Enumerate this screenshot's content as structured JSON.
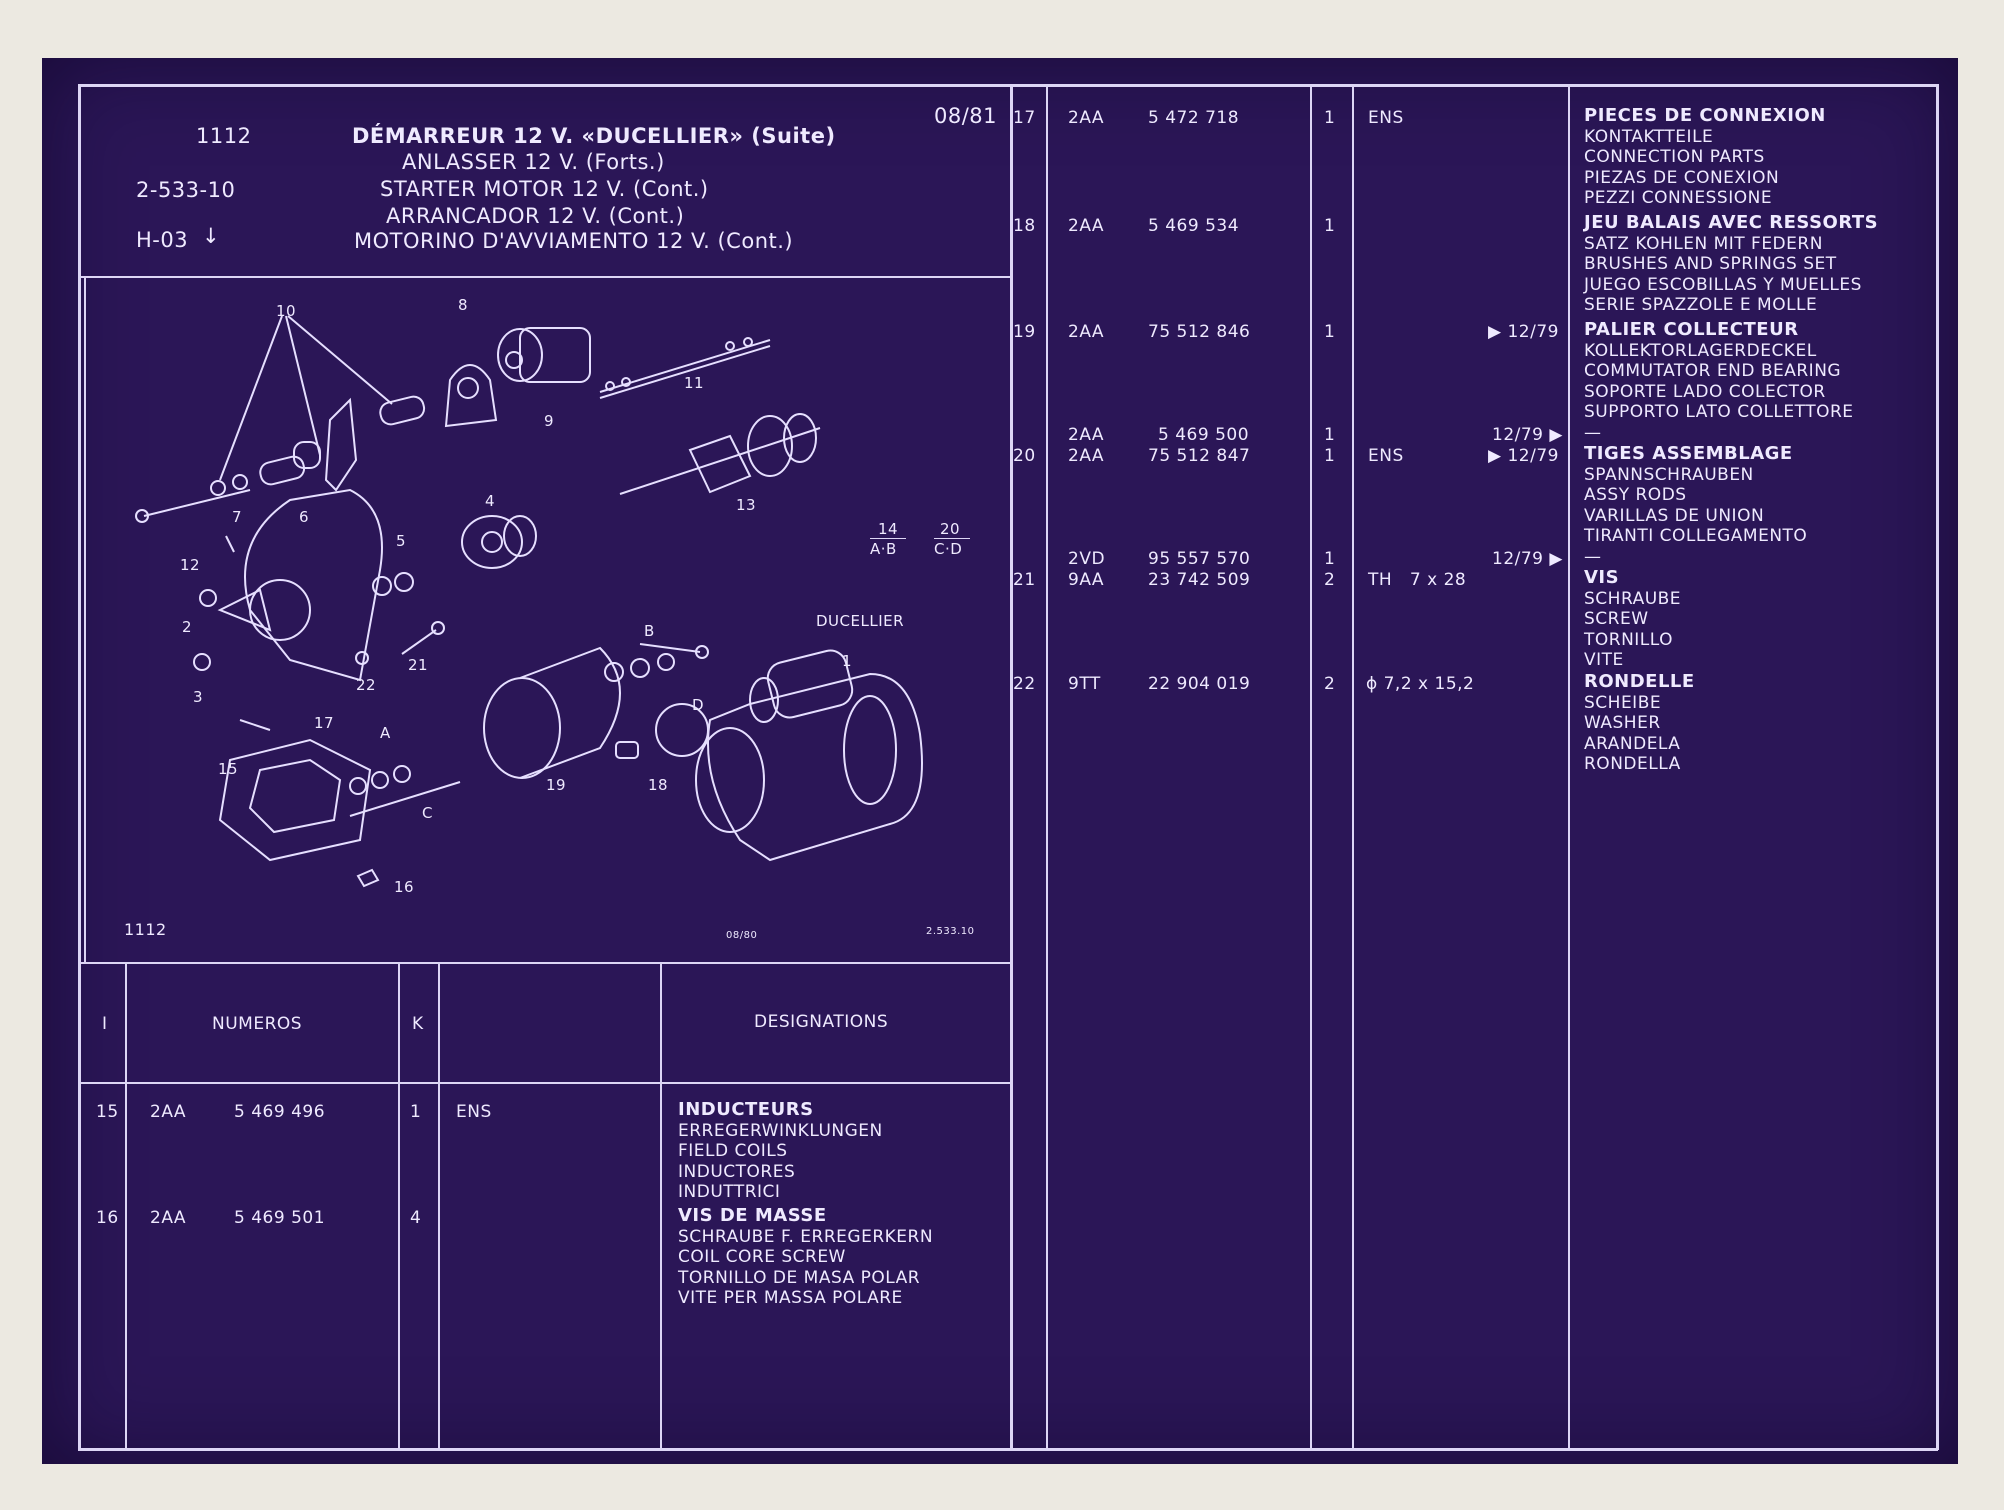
{
  "header": {
    "group": "1112",
    "ref": "2-533-10",
    "page_code": "H-03",
    "arrow": "↓",
    "date": "08/81",
    "titles": [
      "DÉMARREUR 12 V. «DUCELLIER» (Suite)",
      "ANLASSER 12 V. (Forts.)",
      "STARTER MOTOR 12 V. (Cont.)",
      "ARRANCADOR 12 V. (Cont.)",
      "MOTORINO D'AVVIAMENTO 12 V. (Cont.)"
    ]
  },
  "illustration": {
    "callouts": [
      "10",
      "8",
      "9",
      "11",
      "13",
      "4",
      "6",
      "7",
      "12",
      "2",
      "5",
      "3",
      "22",
      "21",
      "14",
      "20",
      "A·B",
      "C·D",
      "DUCELLIER",
      "1",
      "B",
      "D",
      "17",
      "A",
      "15",
      "C",
      "19",
      "18",
      "16"
    ],
    "footer_left": "1112",
    "footer_mid": "08/80",
    "footer_right": "2.533.10"
  },
  "table_head": {
    "col_index": "I",
    "col_numeros": "NUMEROS",
    "col_k": "K",
    "col_designations": "DESIGNATIONS"
  },
  "left_rows": [
    {
      "idx": "15",
      "prefix": "2AA",
      "number": "5 469 496",
      "qty": "1",
      "note": "ENS",
      "desc": [
        "INDUCTEURS",
        "ERREGERWINKLUNGEN",
        "FIELD COILS",
        "INDUCTORES",
        "INDUTTRICI"
      ]
    },
    {
      "idx": "16",
      "prefix": "2AA",
      "number": "5 469 501",
      "qty": "4",
      "note": "",
      "desc": [
        "VIS DE MASSE",
        "SCHRAUBE F. ERREGERKERN",
        "COIL CORE SCREW",
        "TORNILLO DE MASA POLAR",
        "VITE PER MASSA POLARE"
      ]
    }
  ],
  "right_rows": [
    {
      "idx": "17",
      "prefix": "2AA",
      "number": "5 472 718",
      "qty": "1",
      "note": "ENS",
      "date": ""
    },
    {
      "idx": "18",
      "prefix": "2AA",
      "number": "5 469 534",
      "qty": "1",
      "note": "",
      "date": ""
    },
    {
      "idx": "19",
      "prefix": "2AA",
      "number": "75 512 846",
      "qty": "1",
      "note": "",
      "date": "▶ 12/79"
    },
    {
      "idx": "",
      "prefix": "2AA",
      "number": "5 469 500",
      "qty": "1",
      "note": "",
      "date": "12/79 ▶"
    },
    {
      "idx": "20",
      "prefix": "2AA",
      "number": "75 512 847",
      "qty": "1",
      "note": "ENS",
      "date": "▶ 12/79"
    },
    {
      "idx": "",
      "prefix": "2VD",
      "number": "95 557 570",
      "qty": "1",
      "note": "",
      "date": "12/79 ▶"
    },
    {
      "idx": "21",
      "prefix": "9AA",
      "number": "23 742 509",
      "qty": "2",
      "note": "TH   7 x 28",
      "date": ""
    },
    {
      "idx": "22",
      "prefix": "9TT",
      "number": "22 904 019",
      "qty": "2",
      "note": "ϕ 7,2 x 15,2",
      "date": ""
    }
  ],
  "right_desc": [
    [
      "PIECES DE CONNEXION",
      "KONTAKTTEILE",
      "CONNECTION PARTS",
      "PIEZAS DE CONEXION",
      "PEZZI CONNESSIONE"
    ],
    [
      "JEU BALAIS AVEC RESSORTS",
      "SATZ KOHLEN MIT FEDERN",
      "BRUSHES AND SPRINGS SET",
      "JUEGO ESCOBILLAS Y MUELLES",
      "SERIE SPAZZOLE E MOLLE"
    ],
    [
      "PALIER COLLECTEUR",
      "KOLLEKTORLAGERDECKEL",
      "COMMUTATOR END BEARING",
      "SOPORTE LADO COLECTOR",
      "SUPPORTO LATO COLLETTORE",
      "—"
    ],
    [
      "TIGES ASSEMBLAGE",
      "SPANNSCHRAUBEN",
      "ASSY RODS",
      "VARILLAS DE UNION",
      "TIRANTI COLLEGAMENTO",
      "—"
    ],
    [
      "VIS",
      "SCHRAUBE",
      "SCREW",
      "TORNILLO",
      "VITE"
    ],
    [
      "RONDELLE",
      "SCHEIBE",
      "WASHER",
      "ARANDELA",
      "RONDELLA"
    ]
  ],
  "colors": {
    "background": "#2b1657",
    "ink": "#efeaff",
    "paper": "#ece9e1"
  }
}
